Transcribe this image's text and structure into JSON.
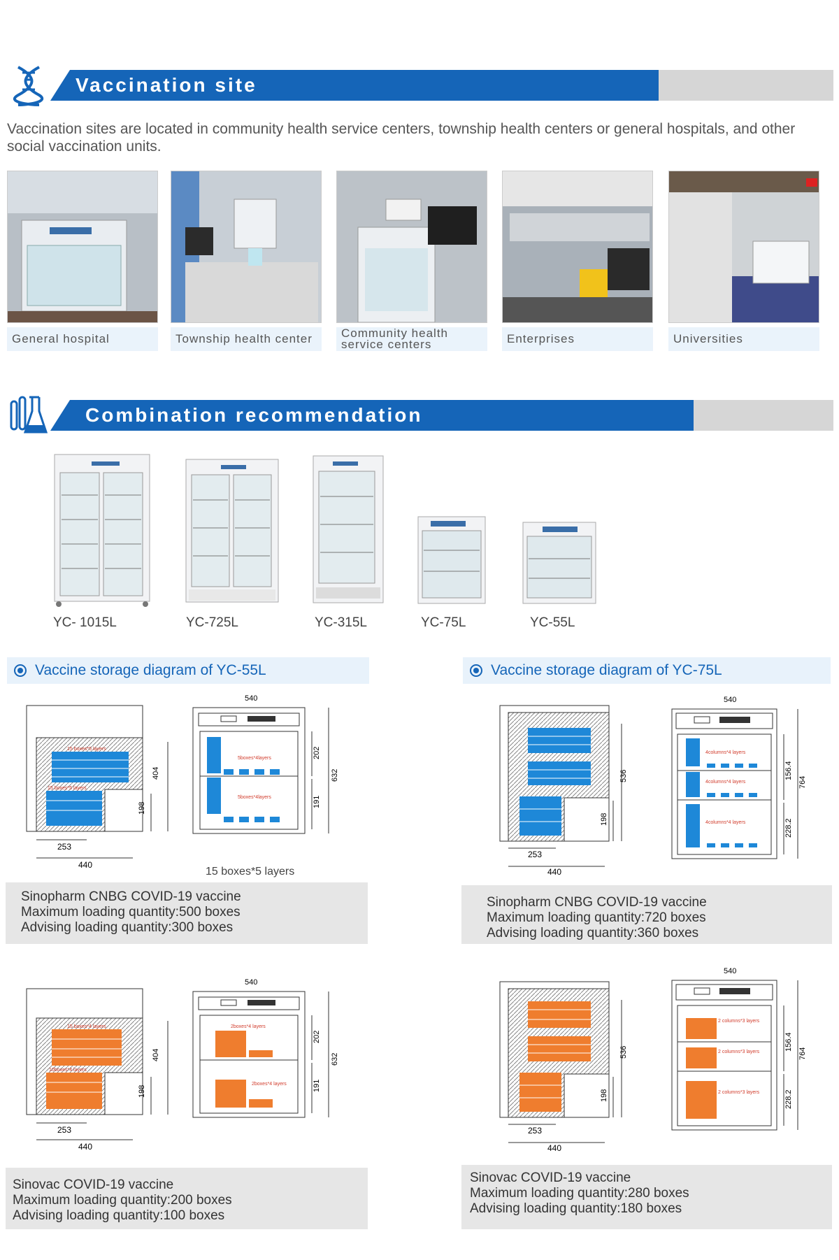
{
  "sections": {
    "vaccination": {
      "title": "Vaccination site"
    },
    "combination": {
      "title": "Combination recommendation"
    }
  },
  "intro": "Vaccination sites are located in community health service centers, township health centers or general hospitals, and other social vaccination units.",
  "sites": [
    {
      "label": "General hospital"
    },
    {
      "label": "Township health center"
    },
    {
      "label": "Community health service centers"
    },
    {
      "label": "Enterprises"
    },
    {
      "label": "Universities"
    }
  ],
  "models": [
    "YC- 1015L",
    "YC-725L",
    "YC-315L",
    "YC-75L",
    "YC-55L"
  ],
  "diagrams": {
    "left_heading": "Vaccine storage diagram of YC-55L",
    "right_heading": "Vaccine storage diagram of YC-75L",
    "caption_55": "15 boxes*5 layers",
    "dims": {
      "d540": "540",
      "d632": "632",
      "d202": "202",
      "d191": "191",
      "d404": "404",
      "d198": "198",
      "d253": "253",
      "d440": "440",
      "d764": "764",
      "d536": "536",
      "d156": "156.4",
      "d228": "228.2"
    },
    "labels": {
      "a1": "15 boxes*5 layers",
      "a2": "15 boxes*5 layers",
      "a3": "5boxes*4layers",
      "a4": "5boxes*4layers",
      "b1": "4columns*4 layers",
      "b2": "4columns*4 layers",
      "b3": "4columns*4 layers",
      "c1": "15 boxes*4 layers",
      "c2": "10boxes*4 layers",
      "c3": "2boxes*4 layers",
      "c4": "2boxes*4 layers",
      "e1": "2 columns*3 layers",
      "e2": "2 columns*3 layers",
      "e3": "2 columns*3 layers"
    }
  },
  "info": {
    "sinopharm55": [
      "Sinopharm CNBG COVID-19 vaccine",
      "Maximum loading quantity:500 boxes",
      "Advising loading quantity:300 boxes"
    ],
    "sinopharm75": [
      "Sinopharm CNBG COVID-19 vaccine",
      "Maximum loading quantity:720 boxes",
      "Advising loading quantity:360 boxes"
    ],
    "sinovac55": [
      "Sinovac COVID-19 vaccine",
      "Maximum loading quantity:200 boxes",
      "Advising loading quantity:100 boxes"
    ],
    "sinovac75": [
      "Sinovac COVID-19 vaccine",
      "Maximum loading quantity:280 boxes",
      "Advising loading quantity:180 boxes"
    ]
  },
  "colors": {
    "brand_blue": "#1565b8",
    "box_blue": "#1e88d8",
    "box_orange": "#ef7d2e"
  }
}
